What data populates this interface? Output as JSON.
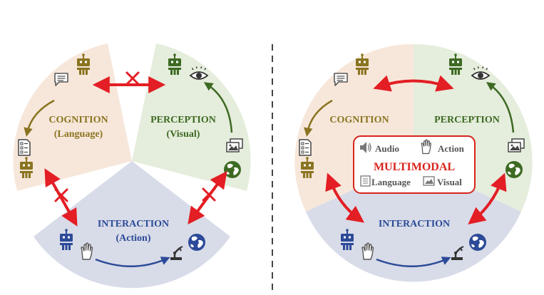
{
  "left_panel": {
    "cognition_title": "COGNITION",
    "cognition_sub": "(Language)",
    "perception_title": "PERCEPTION",
    "perception_sub": "(Visual)",
    "interaction_title": "INTERACTION",
    "interaction_sub": "(Action)"
  },
  "right_panel": {
    "cognition_title": "COGNITION",
    "perception_title": "PERCEPTION",
    "interaction_title": "INTERACTION",
    "multimodal": {
      "title": "MULTIMODAL",
      "audio": "Audio",
      "action": "Action",
      "language": "Language",
      "visual": "Visual"
    }
  },
  "colors": {
    "cognition": "#8a7420",
    "perception": "#3d6a23",
    "interaction": "#2c4a98",
    "link": "#e31e24",
    "cognition_bg": "#f7e7da",
    "perception_bg": "#e5eddc",
    "interaction_bg": "#d8dce8"
  }
}
